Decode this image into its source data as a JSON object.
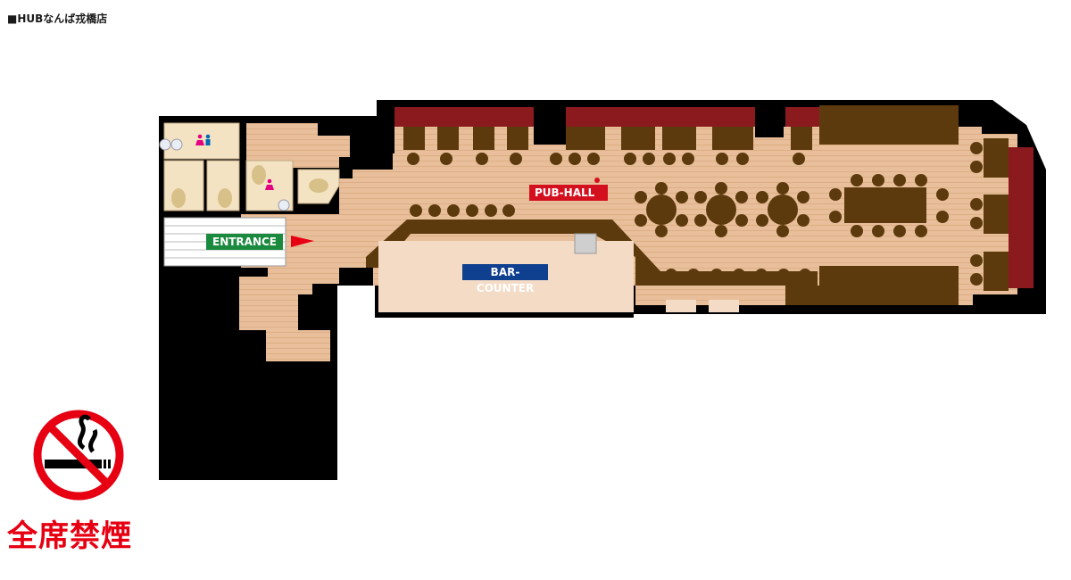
{
  "header": {
    "title": "■HUBなんば戎橋店"
  },
  "labels": {
    "entrance": "ENTRANCE",
    "pub_hall": "PUB-HALL",
    "bar_counter": "BAR-COUNTER"
  },
  "notice": {
    "text": "全席禁煙"
  },
  "icons": {
    "restroom": "restroom-icon",
    "ladies": "ladies-icon",
    "chair": "chair-icon",
    "no_smoking": "no-smoking-icon",
    "entrance_arrow": "entrance-arrow-icon"
  },
  "colors": {
    "wall": "#000000",
    "floor": "#e8bf9a",
    "furniture": "#5c3a0d",
    "sofa": "#8b1a1f",
    "accent_red": "#e60012",
    "entrance_green": "#1a8a3e",
    "bar_blue": "#0f3f8f"
  }
}
